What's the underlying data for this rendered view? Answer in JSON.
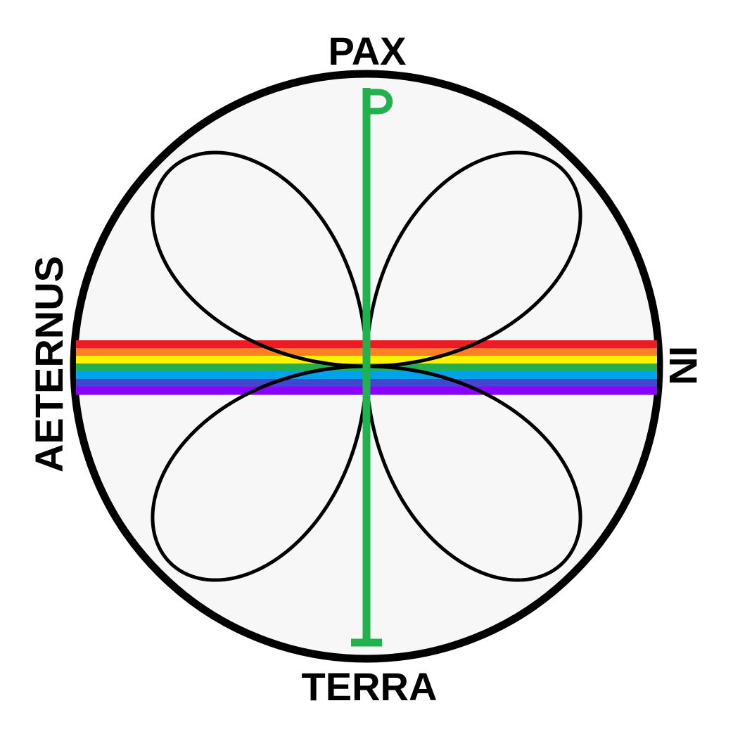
{
  "labels": {
    "top": "PAX",
    "bottom": "TERRA",
    "left": "AETERNUS",
    "right": "IN"
  },
  "colors": {
    "background": "#ffffff",
    "disc_fill": "#f7f7f7",
    "outline": "#000000",
    "staff": "#22b14c",
    "rainbow": [
      "#ed1c24",
      "#ff7f27",
      "#fff200",
      "#22b14c",
      "#00a2e8",
      "#3f48cc",
      "#8b00ff"
    ]
  },
  "icons": {
    "staff": "chi-rho-staff-icon",
    "petals": "four-petal-rose-icon"
  }
}
